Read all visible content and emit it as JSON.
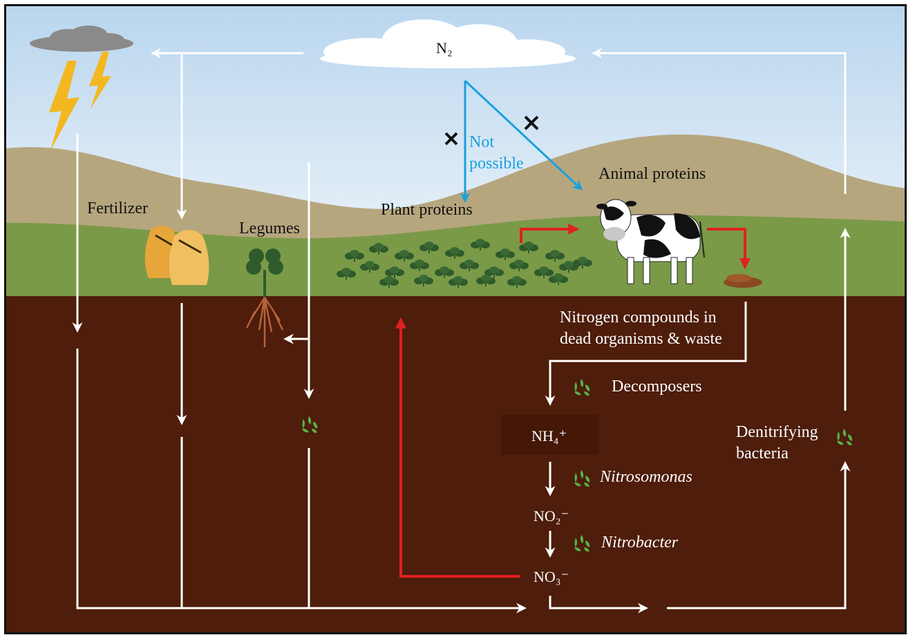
{
  "diagram": {
    "atmosphere": {
      "n2": "N₂"
    },
    "sources": {
      "fertilizer": "Fertilizer",
      "legumes": "Legumes"
    },
    "above_ground": {
      "plant_proteins": "Plant proteins",
      "animal_proteins": "Animal proteins",
      "not_possible": "Not possible"
    },
    "soil": {
      "dead_organisms": "Nitrogen compounds in dead organisms & waste",
      "decomposers": "Decomposers",
      "nh4": "NH₄⁺",
      "nitrosomonas": "Nitrosomonas",
      "no2": "NO₂⁻",
      "nitrobacter": "Nitrobacter",
      "no3": "NO₃⁻",
      "denitrifying": "Denitrifying bacteria"
    },
    "colors": {
      "sky_top": "#b9d6ee",
      "hill": "#b6a67e",
      "grass": "#7a9a48",
      "soil": "#4e1d0b",
      "flow_arrow": "#ffffff",
      "uptake_arrow": "#e02020",
      "blocked_arrow": "#1aa0dc"
    },
    "icons": [
      "lightning-icon",
      "storm-cloud-icon",
      "fertilizer-bag-icon",
      "clover-plant-icon",
      "cow-icon",
      "manure-icon",
      "bacteria-icon"
    ]
  }
}
